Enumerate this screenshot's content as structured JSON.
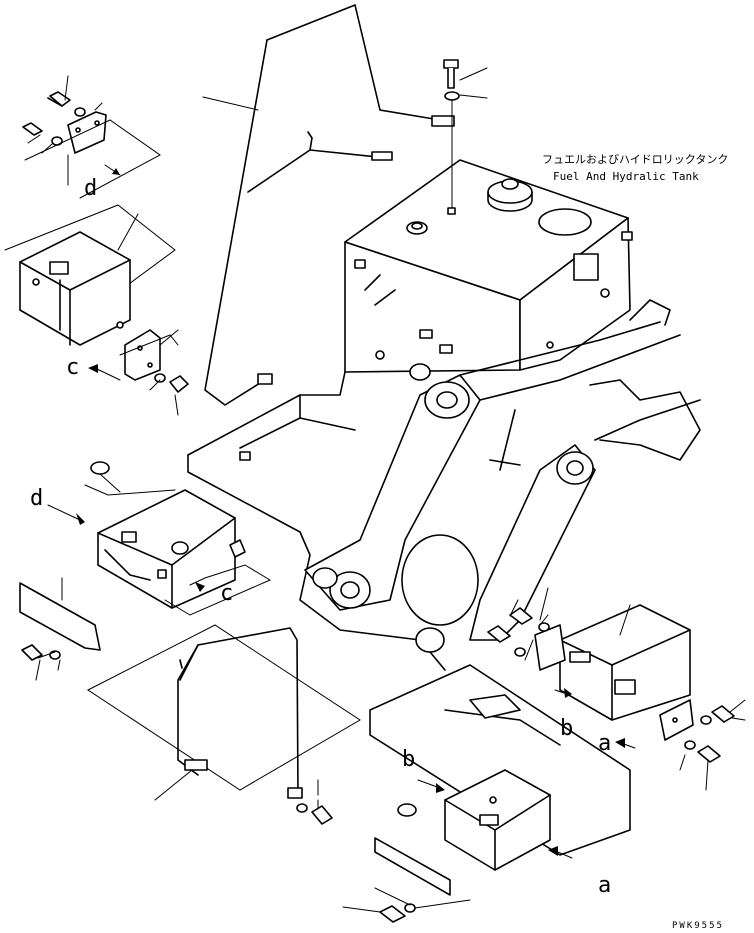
{
  "title": {
    "japanese": "フュエルおよびハイドロリックタンク",
    "english": "Fuel And Hydralic Tank"
  },
  "reference_letters": {
    "a": "a",
    "b": "b",
    "c": "c",
    "d": "d"
  },
  "drawing_code": "PWK9555"
}
